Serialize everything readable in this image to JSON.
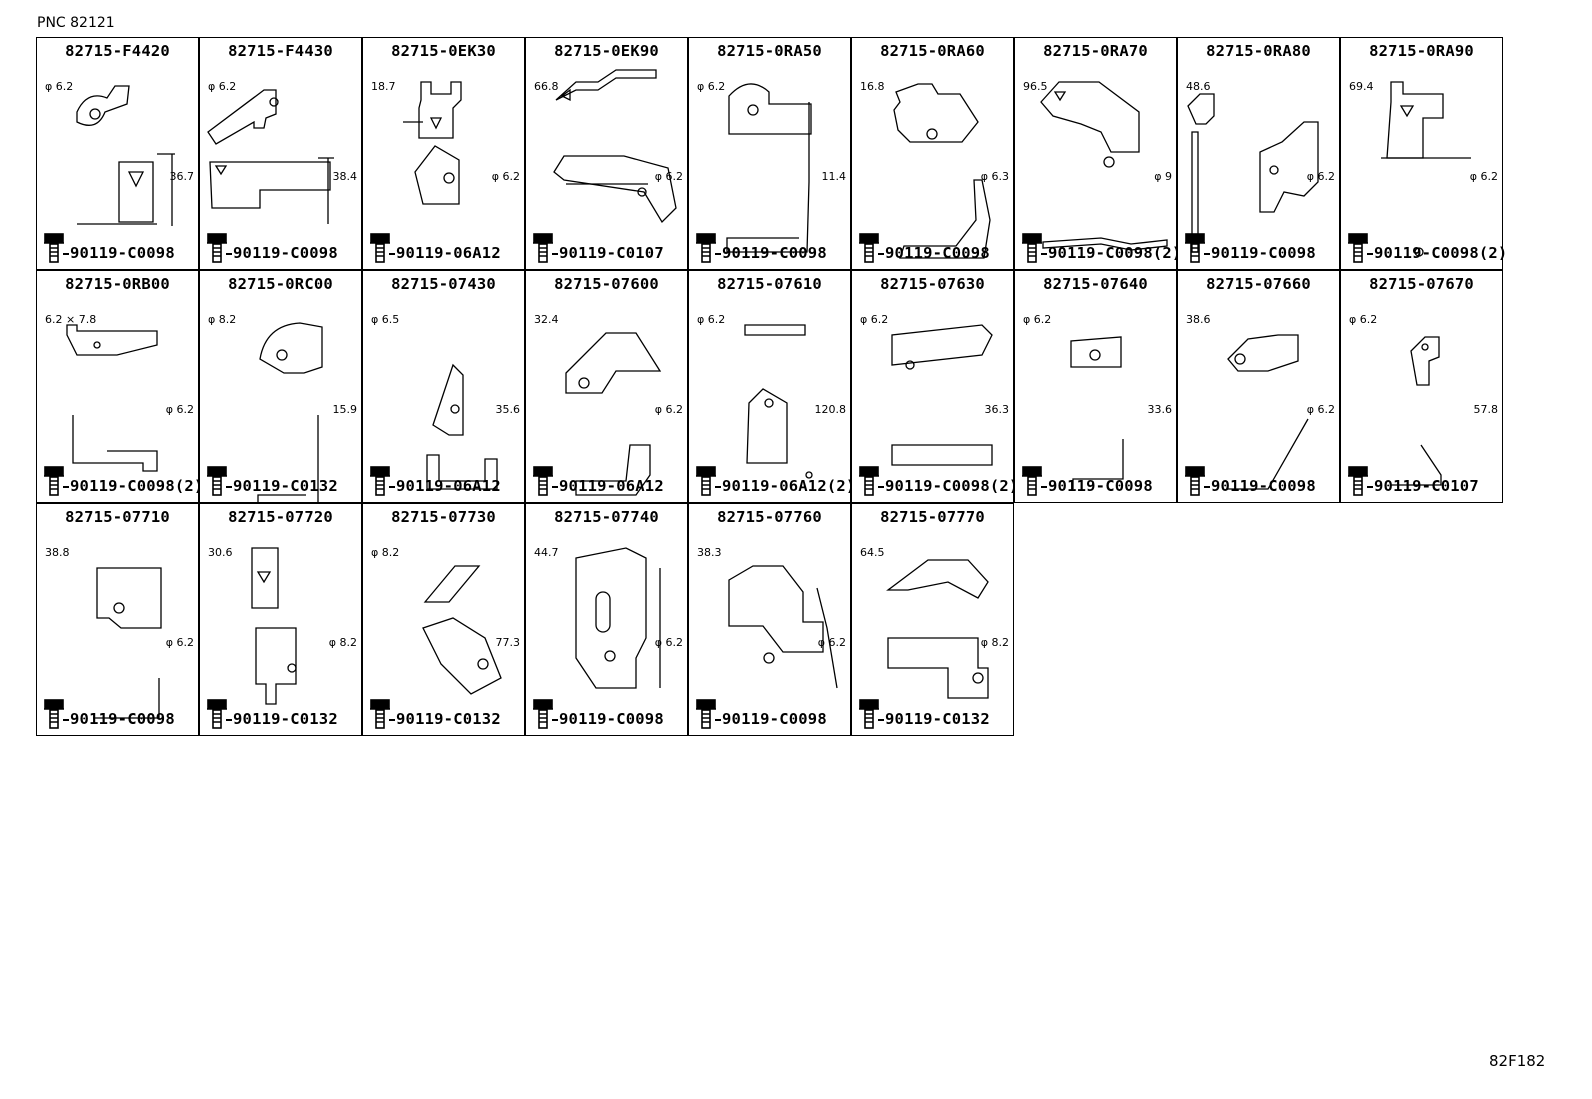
{
  "header": {
    "pnc": "PNC 82121"
  },
  "footer": {
    "ref": "82F182"
  },
  "cells": [
    {
      "part": "82715-F4420",
      "bolt": "90119-C0098",
      "dims": [
        "φ 6.2",
        "36.7"
      ]
    },
    {
      "part": "82715-F4430",
      "bolt": "90119-C0098",
      "dims": [
        "φ 6.2",
        "38.4"
      ]
    },
    {
      "part": "82715-0EK30",
      "bolt": "90119-06A12",
      "dims": [
        "18.7",
        "φ 6.2"
      ]
    },
    {
      "part": "82715-0EK90",
      "bolt": "90119-C0107",
      "dims": [
        "66.8",
        "φ 6.2"
      ]
    },
    {
      "part": "82715-0RA50",
      "bolt": "90119-C0098",
      "dims": [
        "φ 6.2",
        "11.4"
      ]
    },
    {
      "part": "82715-0RA60",
      "bolt": "90119-C0098",
      "dims": [
        "16.8",
        "φ 6.3"
      ]
    },
    {
      "part": "82715-0RA70",
      "bolt": "90119-C0098(2)",
      "dims": [
        "96.5",
        "φ 9"
      ]
    },
    {
      "part": "82715-0RA80",
      "bolt": "90119-C0098",
      "dims": [
        "48.6",
        "φ 6.2"
      ]
    },
    {
      "part": "82715-0RA90",
      "bolt": "90119-C0098(2)",
      "dims": [
        "69.4",
        "φ 6.2"
      ]
    },
    {
      "part": "82715-0RB00",
      "bolt": "90119-C0098(2)",
      "dims": [
        "6.2 × 7.8",
        "φ 6.2"
      ]
    },
    {
      "part": "82715-0RC00",
      "bolt": "90119-C0132",
      "dims": [
        "φ 8.2",
        "15.9"
      ]
    },
    {
      "part": "82715-07430",
      "bolt": "90119-06A12",
      "dims": [
        "φ 6.5",
        "35.6"
      ]
    },
    {
      "part": "82715-07600",
      "bolt": "90119-06A12",
      "dims": [
        "32.4",
        "φ 6.2"
      ]
    },
    {
      "part": "82715-07610",
      "bolt": "90119-06A12(2)",
      "dims": [
        "φ 6.2",
        "120.8"
      ]
    },
    {
      "part": "82715-07630",
      "bolt": "90119-C0098(2)",
      "dims": [
        "φ 6.2",
        "36.3"
      ]
    },
    {
      "part": "82715-07640",
      "bolt": "90119-C0098",
      "dims": [
        "φ 6.2",
        "33.6"
      ]
    },
    {
      "part": "82715-07660",
      "bolt": "90119-C0098",
      "dims": [
        "38.6",
        "φ 6.2"
      ]
    },
    {
      "part": "82715-07670",
      "bolt": "90119-C0107",
      "dims": [
        "φ 6.2",
        "57.8"
      ]
    },
    {
      "part": "82715-07710",
      "bolt": "90119-C0098",
      "dims": [
        "38.8",
        "φ 6.2"
      ]
    },
    {
      "part": "82715-07720",
      "bolt": "90119-C0132",
      "dims": [
        "30.6",
        "φ 8.2"
      ]
    },
    {
      "part": "82715-07730",
      "bolt": "90119-C0132",
      "dims": [
        "φ 8.2",
        "77.3"
      ]
    },
    {
      "part": "82715-07740",
      "bolt": "90119-C0098",
      "dims": [
        "44.7",
        "φ 6.2"
      ]
    },
    {
      "part": "82715-07760",
      "bolt": "90119-C0098",
      "dims": [
        "38.3",
        "φ 6.2"
      ]
    },
    {
      "part": "82715-07770",
      "bolt": "90119-C0132",
      "dims": [
        "64.5",
        "φ 8.2"
      ]
    }
  ]
}
